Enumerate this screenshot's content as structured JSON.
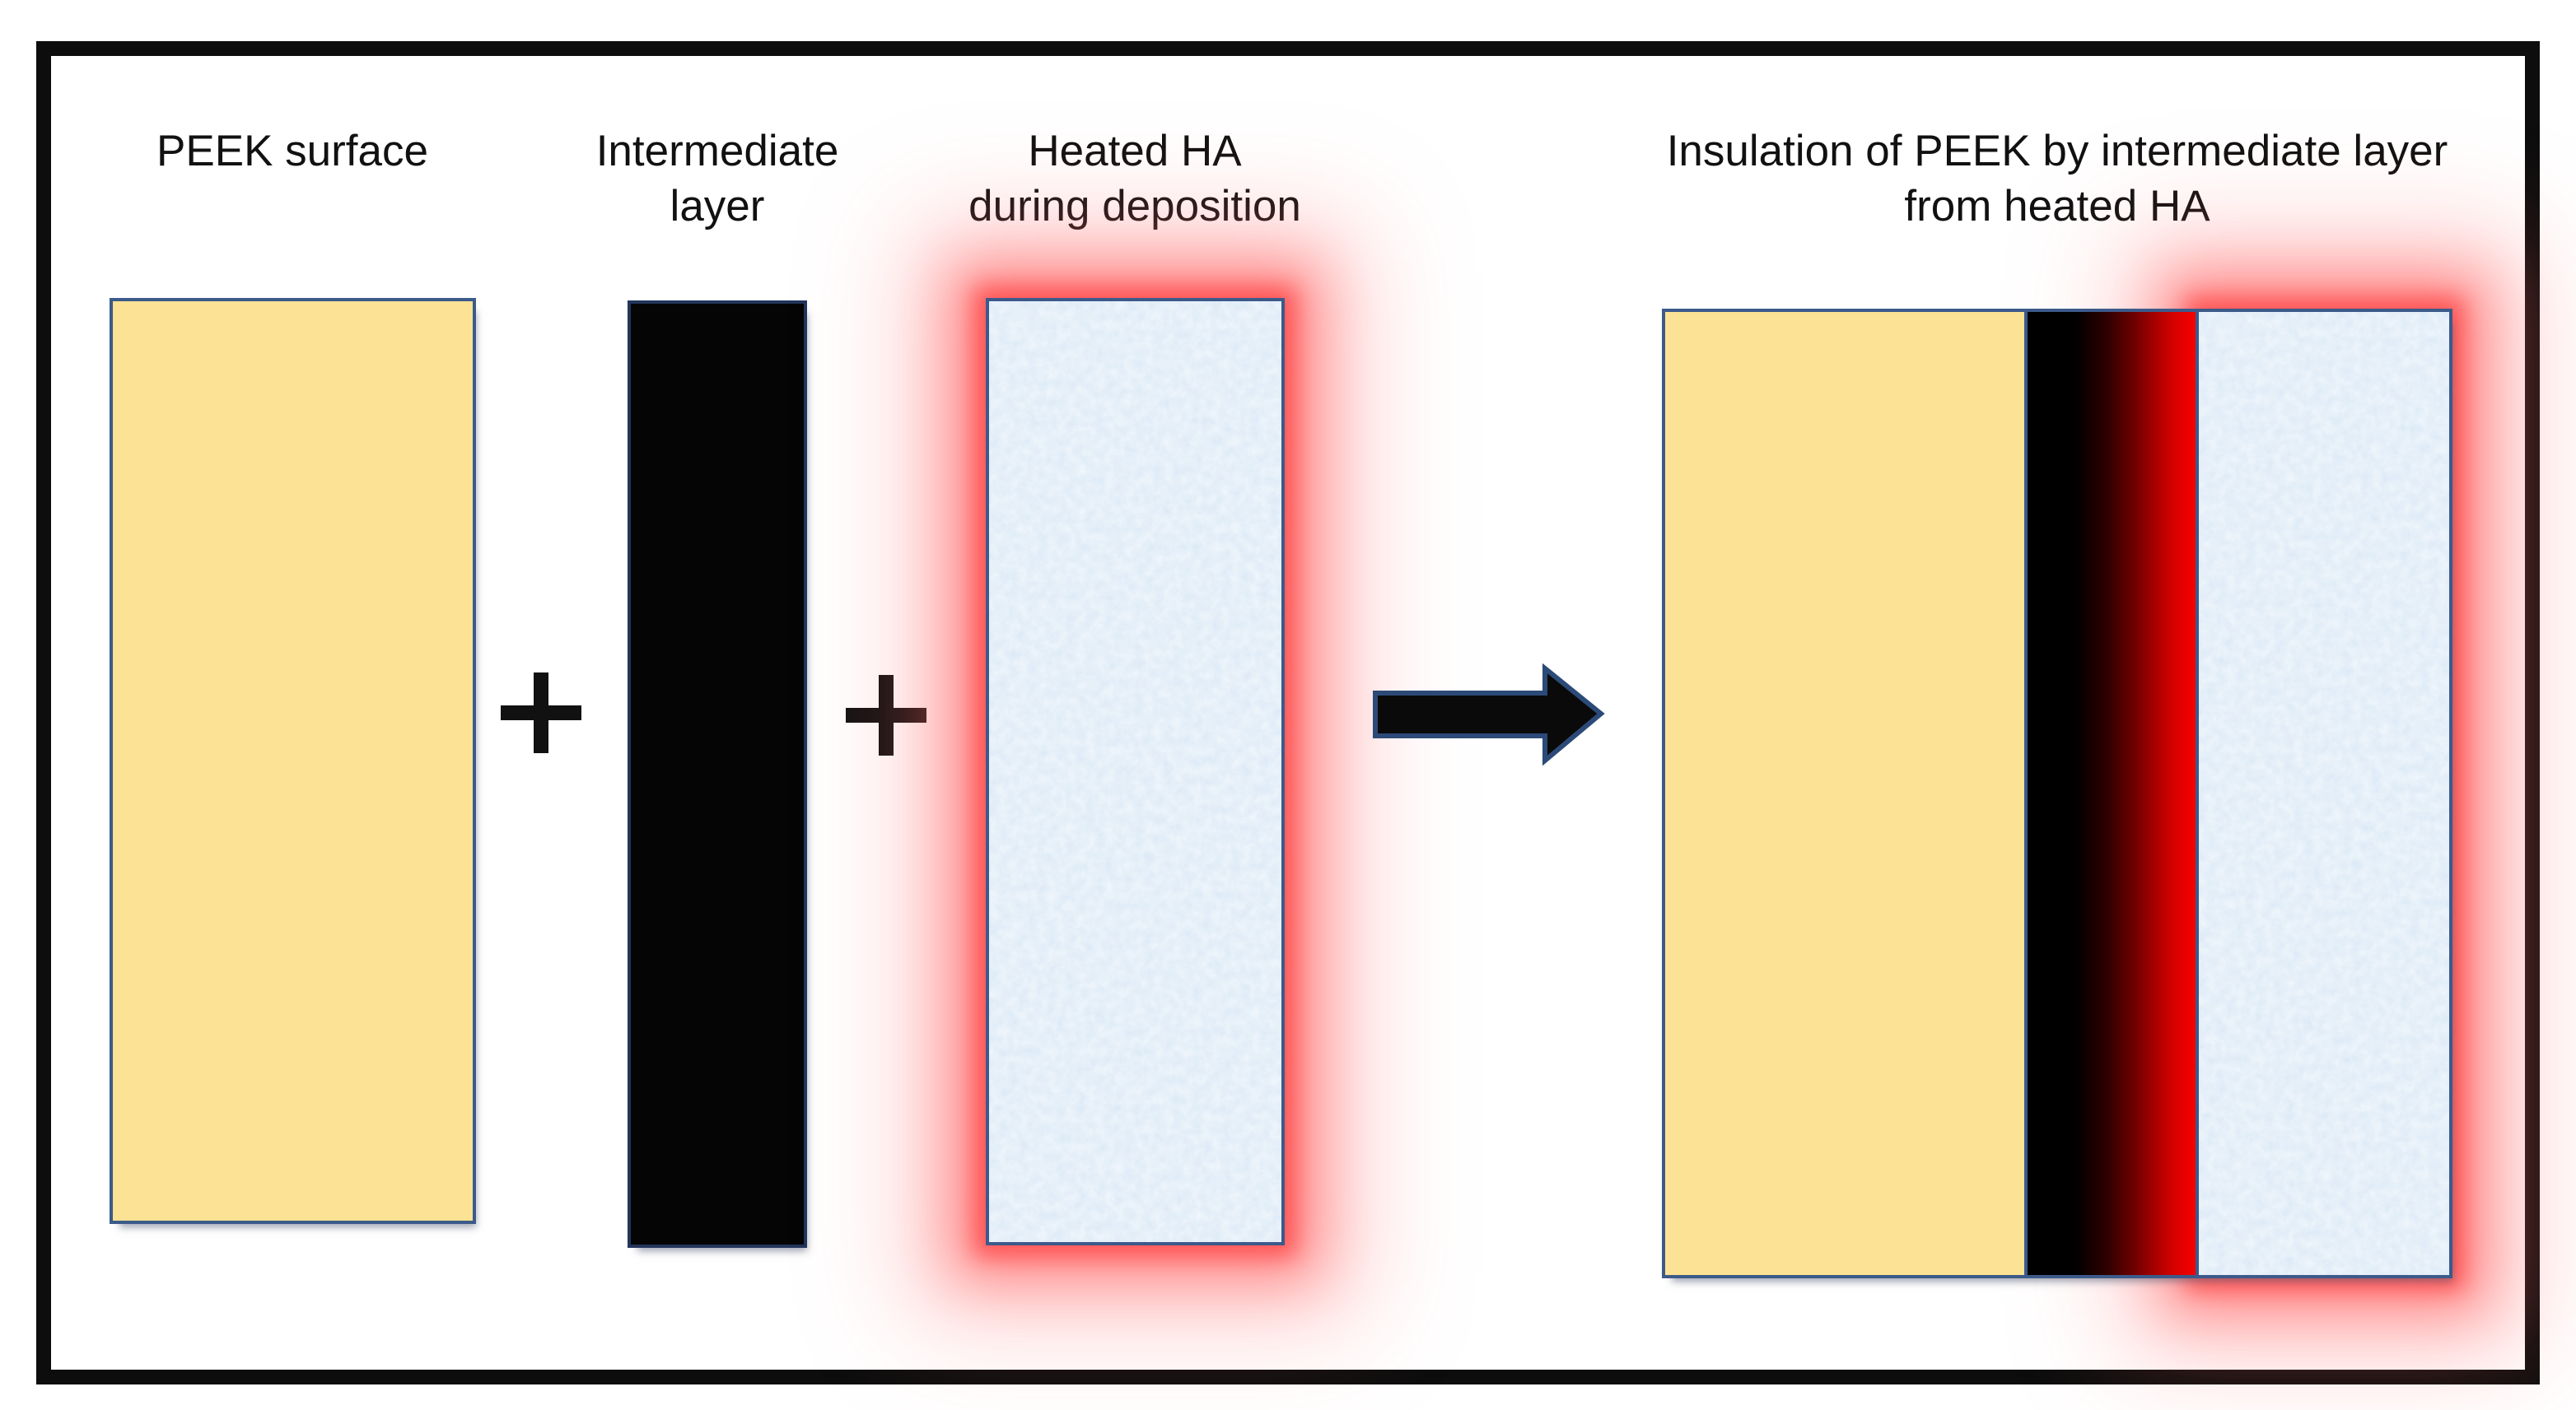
{
  "labels": {
    "peek": "PEEK surface",
    "intermediate_line1": "Intermediate",
    "intermediate_line2": "layer",
    "heated_line1": "Heated HA",
    "heated_line2": "during deposition",
    "result_line1": "Insulation of PEEK by intermediate layer",
    "result_line2": "from heated HA"
  },
  "operators": {
    "plus_1": "+",
    "plus_2": "+"
  },
  "icons": {
    "plus_1": "plus-icon",
    "plus_2": "plus-icon",
    "arrow": "arrow-right-icon"
  },
  "colors": {
    "ink": "#111111",
    "frame": "#0d0d0d",
    "outline": "#3c5a8a",
    "peek_fill": "#fbe294",
    "intermediate_fill": "#050505",
    "ha_fill": "#dbe9f6",
    "glow_red": "#ff4d4d",
    "gradient_start": "#000000",
    "gradient_end": "#f40000"
  }
}
